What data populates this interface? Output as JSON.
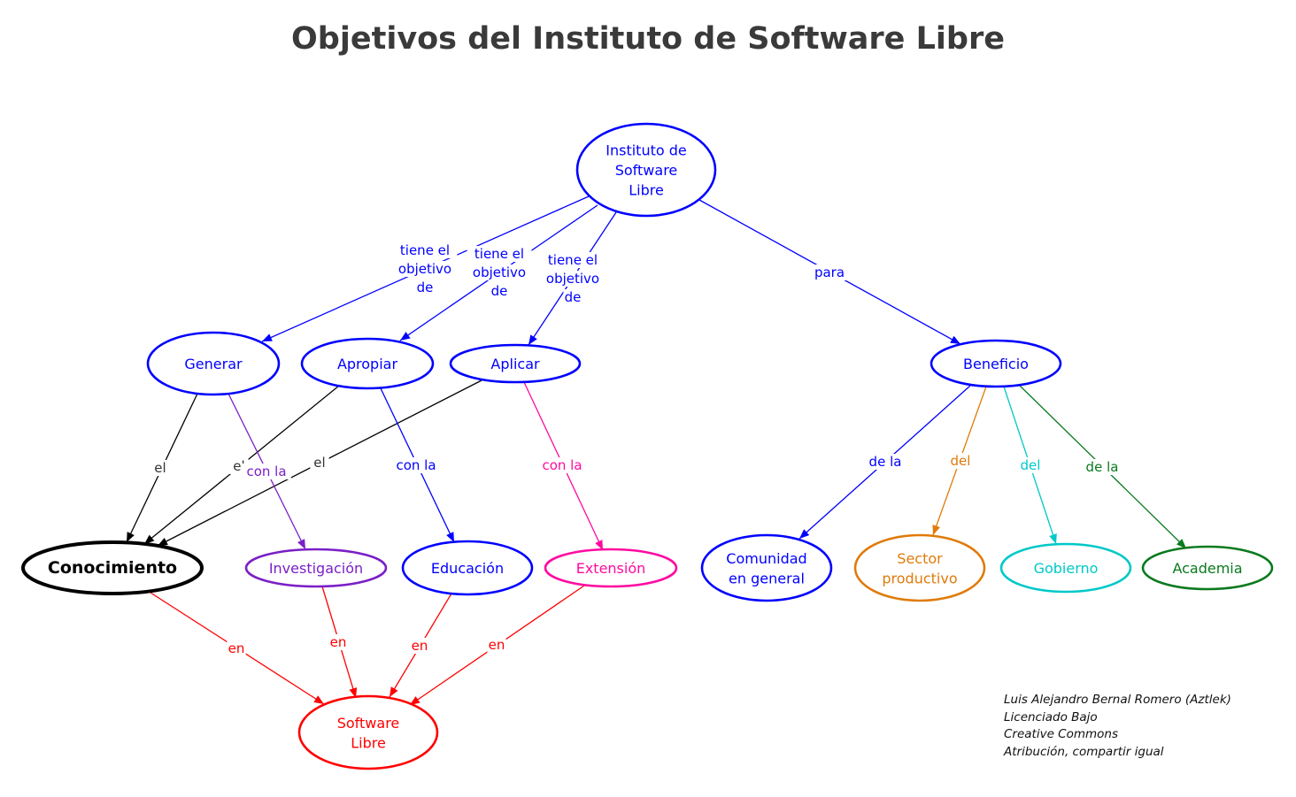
{
  "title": "Objetivos del Instituto de Software Libre",
  "colors": {
    "blue": "#0000ff",
    "black": "#000000",
    "purple": "#7b1fc7",
    "pink": "#ff0aa0",
    "orange": "#e07b0a",
    "cyan": "#00c8c8",
    "green": "#0a7a1e",
    "red": "#ff0000",
    "edge_label_black": "#333333"
  },
  "nodes": [
    {
      "id": "instituto",
      "lines": [
        "Instituto de",
        "Software",
        "Libre"
      ],
      "color": "blue"
    },
    {
      "id": "generar",
      "lines": [
        "Generar"
      ],
      "color": "blue"
    },
    {
      "id": "apropiar",
      "lines": [
        "Apropiar"
      ],
      "color": "blue"
    },
    {
      "id": "aplicar",
      "lines": [
        "Aplicar"
      ],
      "color": "blue"
    },
    {
      "id": "beneficio",
      "lines": [
        "Beneficio"
      ],
      "color": "blue"
    },
    {
      "id": "conocimiento",
      "lines": [
        "Conocimiento"
      ],
      "color": "black",
      "bold": true
    },
    {
      "id": "investigacion",
      "lines": [
        "Investigación"
      ],
      "color": "purple"
    },
    {
      "id": "educacion",
      "lines": [
        "Educación"
      ],
      "color": "blue"
    },
    {
      "id": "extension",
      "lines": [
        "Extensión"
      ],
      "color": "pink"
    },
    {
      "id": "comunidad",
      "lines": [
        "Comunidad",
        "en general"
      ],
      "color": "blue"
    },
    {
      "id": "sector",
      "lines": [
        "Sector",
        "productivo"
      ],
      "color": "orange"
    },
    {
      "id": "gobierno",
      "lines": [
        "Gobierno"
      ],
      "color": "cyan"
    },
    {
      "id": "academia",
      "lines": [
        "Academia"
      ],
      "color": "green"
    },
    {
      "id": "software",
      "lines": [
        "Software",
        "Libre"
      ],
      "color": "red"
    }
  ],
  "edges": [
    {
      "from": "instituto",
      "to": "generar",
      "lines": [
        "tiene el",
        "objetivo",
        "de"
      ],
      "color": "blue"
    },
    {
      "from": "instituto",
      "to": "apropiar",
      "lines": [
        "tiene el",
        "objetivo",
        "de"
      ],
      "color": "blue"
    },
    {
      "from": "instituto",
      "to": "aplicar",
      "lines": [
        "tiene el",
        "objetivo",
        "de"
      ],
      "color": "blue"
    },
    {
      "from": "instituto",
      "to": "beneficio",
      "lines": [
        "para"
      ],
      "color": "blue"
    },
    {
      "from": "generar",
      "to": "conocimiento",
      "lines": [
        "el"
      ],
      "color": "black"
    },
    {
      "from": "apropiar",
      "to": "conocimiento",
      "lines": [
        "el"
      ],
      "color": "black"
    },
    {
      "from": "aplicar",
      "to": "conocimiento",
      "lines": [
        "el"
      ],
      "color": "black"
    },
    {
      "from": "generar",
      "to": "investigacion",
      "lines": [
        "con la"
      ],
      "color": "purple"
    },
    {
      "from": "apropiar",
      "to": "educacion",
      "lines": [
        "con la"
      ],
      "color": "blue"
    },
    {
      "from": "aplicar",
      "to": "extension",
      "lines": [
        "con la"
      ],
      "color": "pink"
    },
    {
      "from": "beneficio",
      "to": "comunidad",
      "lines": [
        "de la"
      ],
      "color": "blue"
    },
    {
      "from": "beneficio",
      "to": "sector",
      "lines": [
        "del"
      ],
      "color": "orange"
    },
    {
      "from": "beneficio",
      "to": "gobierno",
      "lines": [
        "del"
      ],
      "color": "cyan"
    },
    {
      "from": "beneficio",
      "to": "academia",
      "lines": [
        "de la"
      ],
      "color": "green"
    },
    {
      "from": "conocimiento",
      "to": "software",
      "lines": [
        "en"
      ],
      "color": "red"
    },
    {
      "from": "investigacion",
      "to": "software",
      "lines": [
        "en"
      ],
      "color": "red"
    },
    {
      "from": "educacion",
      "to": "software",
      "lines": [
        "en"
      ],
      "color": "red"
    },
    {
      "from": "extension",
      "to": "software",
      "lines": [
        "en"
      ],
      "color": "red"
    }
  ],
  "credits": [
    "Luis Alejandro Bernal Romero (Aztlek)",
    "Licenciado Bajo",
    "Creative Commons",
    "Atribución, compartir igual"
  ]
}
